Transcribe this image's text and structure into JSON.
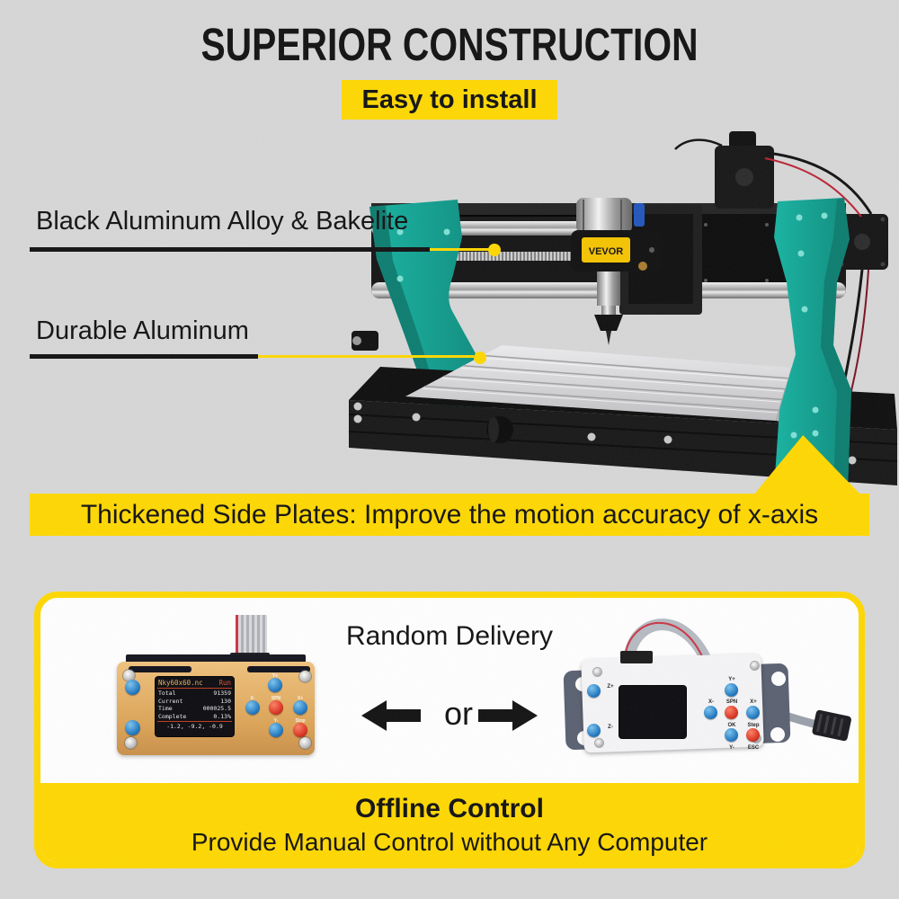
{
  "header": {
    "title": "SUPERIOR CONSTRUCTION",
    "badge": "Easy to install"
  },
  "callouts": {
    "first": "Black Aluminum Alloy & Bakelite",
    "second": "Durable Aluminum"
  },
  "banner": {
    "text": "Thickened Side Plates: Improve the motion accuracy of x-axis"
  },
  "machine": {
    "brand": "VEVOR"
  },
  "card": {
    "random_delivery": "Random Delivery",
    "or_label": "or",
    "heading": "Offline Control",
    "subheading": "Provide Manual Control without Any Computer",
    "left_controller": {
      "screen": {
        "file": "Nky60x60.nc",
        "status": "Run",
        "rows": [
          {
            "label": "Total",
            "value": "91359"
          },
          {
            "label": "Current",
            "value": "130"
          },
          {
            "label": "Time",
            "value": "000025.5"
          },
          {
            "label": "Complete",
            "value": "0.13%"
          }
        ],
        "coords": "-1.2,  -9.2,  -0.9"
      },
      "buttons": {
        "top": "Y+",
        "left": "X-",
        "center": "SPN",
        "right": "X+",
        "bottom": "Y-",
        "stop": "Stop"
      }
    },
    "right_controller": {
      "buttons": {
        "z_plus": "Z+",
        "z_minus": "Z-",
        "y_plus": "Y+",
        "x_minus": "X-",
        "spn": "SPN",
        "x_plus": "X+",
        "ok": "OK",
        "y_minus": "Y-",
        "step": "Step",
        "esc": "ESC"
      }
    }
  },
  "colors": {
    "accent_yellow": "#FFD800",
    "teal": "#0FA092",
    "background": "#D7D7D7",
    "card_white": "#FFFFFF"
  }
}
